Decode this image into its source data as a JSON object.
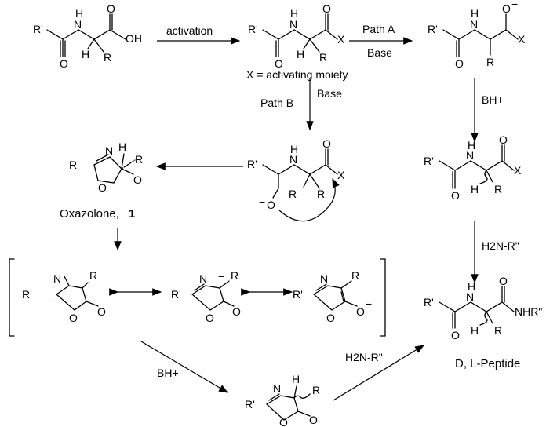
{
  "arrows": {
    "activation": "activation",
    "path_a": "Path A",
    "base_a": "Base",
    "path_b": "Path B",
    "base_b": "Base",
    "bh_right": "BH+",
    "h2n_right": "H2N-R\"",
    "bh_bottom": "BH+",
    "h2n_bottom": "H2N-R\""
  },
  "captions": {
    "activating_moiety": "X = activating moiety",
    "oxazolone_name": "Oxazolone, ",
    "oxazolone_number": "1",
    "product": "D, L-Peptide"
  },
  "atoms": {
    "r_prime": "R'",
    "r": "R",
    "n": "N",
    "h": "H",
    "o": "O",
    "x": "X",
    "oh": "OH",
    "nhr2": "NHR\"",
    "minus": "−"
  }
}
